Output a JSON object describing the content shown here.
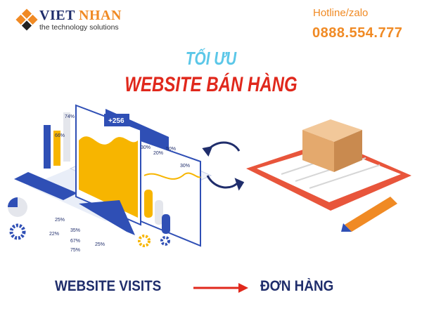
{
  "brand": {
    "name_part1": "VIET",
    "name_part2": "NHAN",
    "tagline": "the technology solutions"
  },
  "contact": {
    "hotline_label": "Hotline/zalo",
    "phone": "0888.554.777"
  },
  "headline": {
    "line1": "TỐI ƯU",
    "line2": "WEBSITE BÁN HÀNG"
  },
  "illustration": {
    "badge": "+256",
    "labels": [
      "30%",
      "20%",
      "50%",
      "30%",
      "74%",
      "66%",
      "25%",
      "35%",
      "22%",
      "67%",
      "25%",
      "75%"
    ]
  },
  "flow": {
    "from": "WEBSITE VISITS",
    "to": "ĐƠN HÀNG"
  },
  "colors": {
    "navy": "#1f2d6b",
    "orange": "#f08a24",
    "red": "#e0281c",
    "cyan": "#5bc7e8",
    "blue": "#2f4fb5",
    "yellow": "#f7b500"
  }
}
